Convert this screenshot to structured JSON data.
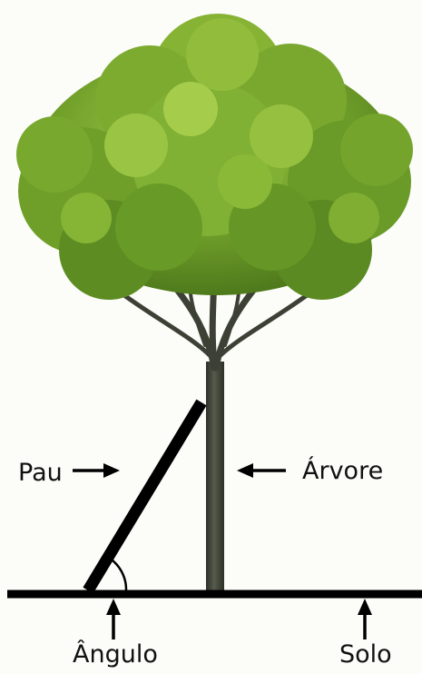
{
  "labels": {
    "stick": "Pau",
    "tree": "Árvore",
    "angle": "Ângulo",
    "ground": "Solo"
  },
  "colors": {
    "background": "#fcfcf9",
    "ink": "#000000",
    "foliage_dark": "#4f7a1c",
    "foliage_mid": "#74a32c",
    "foliage_light": "#a4c94a",
    "trunk": "#3a3f33"
  },
  "icons": [
    "tree-illustration",
    "arrow-right-icon",
    "arrow-left-icon",
    "arrow-up-icon"
  ]
}
